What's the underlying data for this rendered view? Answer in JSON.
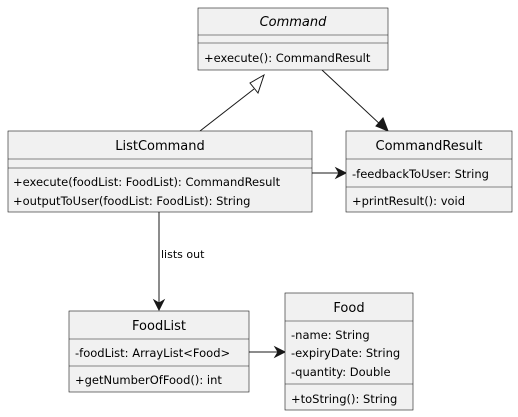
{
  "classes": {
    "command": {
      "name": "Command",
      "abstract": true,
      "methods": [
        "+execute(): CommandResult"
      ]
    },
    "list_command": {
      "name": "ListCommand",
      "methods": [
        "+execute(foodList: FoodList): CommandResult",
        "+outputToUser(foodList: FoodList): String"
      ]
    },
    "command_result": {
      "name": "CommandResult",
      "fields": [
        "-feedbackToUser: String"
      ],
      "methods": [
        "+printResult(): void"
      ]
    },
    "food_list": {
      "name": "FoodList",
      "fields": [
        "-foodList: ArrayList<Food>"
      ],
      "methods": [
        "+getNumberOfFood(): int"
      ]
    },
    "food": {
      "name": "Food",
      "fields": [
        "-name: String",
        "-expiryDate: String",
        "-quantity: Double"
      ],
      "methods": [
        "+toString(): String"
      ]
    }
  },
  "relations": {
    "lists_out_label": "lists out"
  }
}
